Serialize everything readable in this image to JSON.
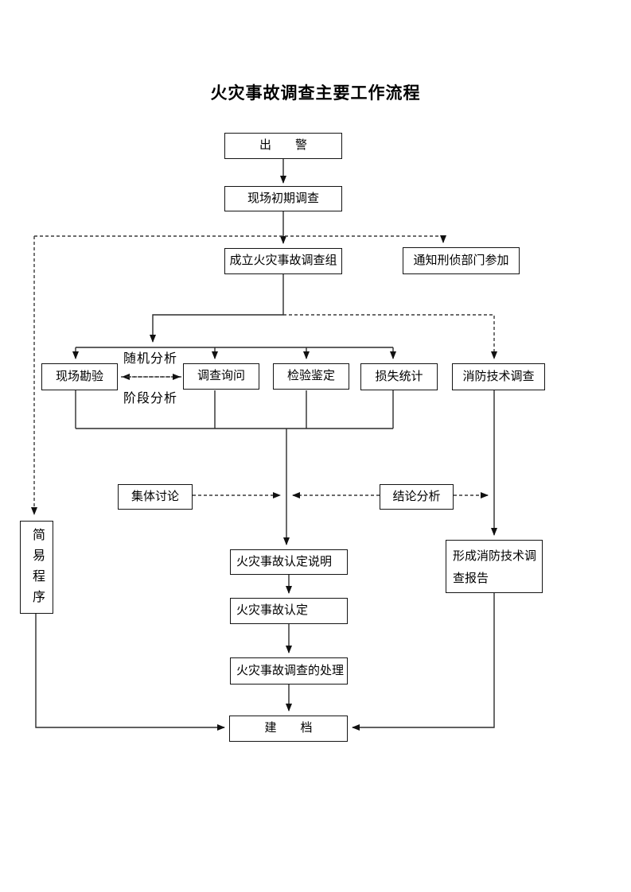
{
  "title": "火灾事故调查主要工作流程",
  "nodes": {
    "dispatch": {
      "label": "出　　警"
    },
    "initial_scene_investigation": {
      "label": "现场初期调查"
    },
    "establish_team": {
      "label": "成立火灾事故调查组"
    },
    "notify_criminal": {
      "label": "通知刑侦部门参加"
    },
    "scene_inspection": {
      "label": "现场勘验"
    },
    "inquiry": {
      "label": "调查询问"
    },
    "appraisal": {
      "label": "检验鉴定"
    },
    "loss_statistics": {
      "label": "损失统计"
    },
    "fire_tech_investigation": {
      "label": "消防技术调查"
    },
    "group_discussion": {
      "label": "集体讨论"
    },
    "conclusion_analysis": {
      "label": "结论分析"
    },
    "simple_procedure": {
      "label": "简易程序"
    },
    "determination_statement": {
      "label": "火灾事故认定说明"
    },
    "determination": {
      "label": "火灾事故认定"
    },
    "handling": {
      "label": "火灾事故调查的处理"
    },
    "archive": {
      "label": "建　　档"
    },
    "tech_report": {
      "label": "形成消防技术调查报告"
    }
  },
  "edge_labels": {
    "random_analysis": "随机分析",
    "stage_analysis": "阶段分析"
  },
  "colors": {
    "solid_line": "#2c2c2c",
    "dashed_line": "#3a3a3a",
    "arrowhead": "#111111",
    "box_border": "#141414",
    "background": "#ffffff"
  }
}
